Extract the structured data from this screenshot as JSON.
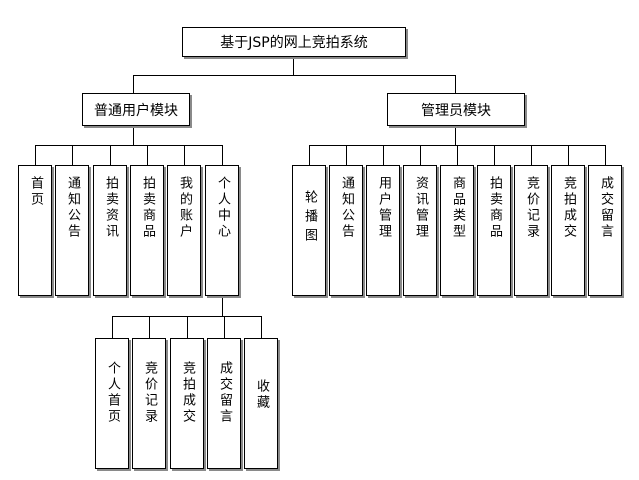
{
  "root": {
    "label": "基于JSP的网上竞拍系统"
  },
  "modules": [
    {
      "label": "普通用户模块",
      "children": [
        "首页",
        "通知公告",
        "拍卖资讯",
        "拍卖商品",
        "我的账户",
        "个人中心"
      ]
    },
    {
      "label": "管理员模块",
      "children": [
        "轮播图",
        "通知公告",
        "用户管理",
        "资讯管理",
        "商品类型",
        "拍卖商品",
        "竞价记录",
        "竞拍成交",
        "成交留言"
      ]
    }
  ],
  "personal_center": {
    "children": [
      "个人首页",
      "竞价记录",
      "竞拍成交",
      "成交留言",
      "收藏"
    ]
  }
}
